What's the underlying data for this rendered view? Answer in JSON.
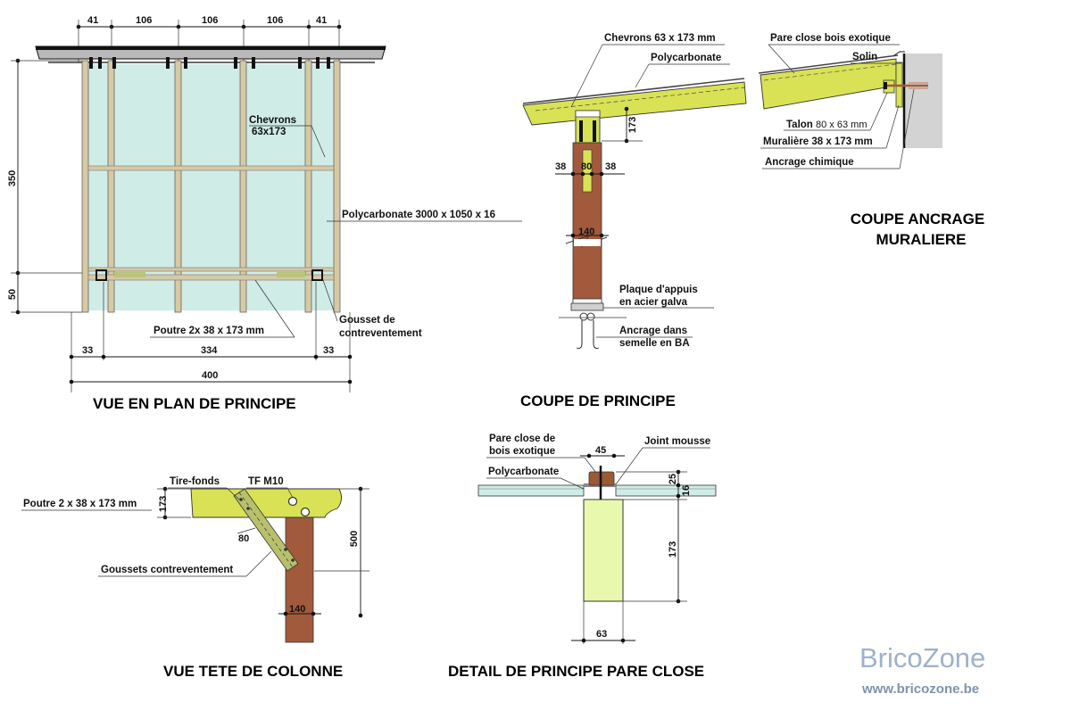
{
  "plan": {
    "title": "VUE EN PLAN DE PRINCIPE",
    "dims_top": [
      "41",
      "106",
      "106",
      "106",
      "41"
    ],
    "dim_height": "350",
    "dim_overhang": "50",
    "dims_bottom": [
      "33",
      "334",
      "33"
    ],
    "dim_total": "400",
    "label_chevrons": [
      "Chevrons",
      "63x173"
    ],
    "label_polycarbonate": "Polycarbonate  3000 x 1050 x 16",
    "label_poutre": "Poutre 2x 38 x 173 mm",
    "label_gousset": [
      "Gousset de",
      "contreventement"
    ]
  },
  "coupe": {
    "title": "COUPE DE PRINCIPE",
    "label_chevrons": "Chevrons 63 x 173 mm",
    "label_polycarbonate": "Polycarbonate",
    "dim_173": "173",
    "dims_post": [
      "38",
      "80",
      "38"
    ],
    "dim_140": "140",
    "label_plaque": [
      "Plaque d'appuis",
      "en acier galva"
    ],
    "label_ancrage": [
      "Ancrage dans",
      "semelle en BA"
    ]
  },
  "ancrage": {
    "title": [
      "COUPE ANCRAGE",
      "MURALIERE"
    ],
    "label_pare_close": "Pare close bois exotique",
    "label_solin": "Solin",
    "label_talon": [
      "Talon ",
      "80 x 63 mm"
    ],
    "label_muraliere": "Muralière 38 x 173 mm",
    "label_ancrage": "Ancrage chimique"
  },
  "colonne": {
    "title": "VUE TETE DE COLONNE",
    "label_tire_fonds": "Tire-fonds",
    "label_tf": "TF M10",
    "label_poutre": "Poutre 2 x 38 x 173 mm",
    "dim_173": "173",
    "dim_80": "80",
    "label_goussets": "Goussets contreventement",
    "dim_500": "500",
    "dim_140": "140"
  },
  "detail": {
    "title": "DETAIL DE PRINCIPE  PARE CLOSE",
    "label_pare_close": [
      "Pare close de",
      "bois exotique"
    ],
    "label_joint": "Joint mousse",
    "label_polycarbonate": "Polycarbonate",
    "dim_45": "45",
    "dim_25": "25",
    "dim_16": "16",
    "dim_173": "173",
    "dim_63": "63"
  },
  "brand": {
    "name": "BricoZone",
    "url": "www.bricozone.be"
  },
  "colors": {
    "timber_yellow": "#d8e254",
    "post_brown": "#a25a3c",
    "glass": "#cfece6",
    "wall": "#d3d3d3",
    "pale_green": "#e8f9ad",
    "pare_close": "#9a5a33"
  }
}
